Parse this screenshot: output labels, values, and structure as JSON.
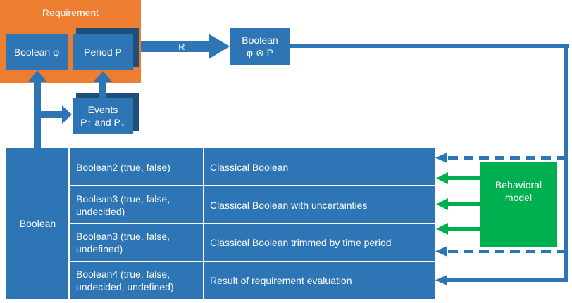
{
  "requirement": {
    "title": "Requirement",
    "boolean_phi": "Boolean φ",
    "period_p": "Period P"
  },
  "result_box": {
    "line1": "Boolean",
    "line2": "φ ⊗ P"
  },
  "arrow_label": "R",
  "events_box": {
    "line1": "Events",
    "line2": "P↑ and P↓"
  },
  "behavioral_model": {
    "line1": "Behavioral",
    "line2": "model"
  },
  "boolean_table": {
    "label": "Boolean",
    "rows": [
      {
        "type": "Boolean2 (true, false)",
        "description": "Classical Boolean"
      },
      {
        "type": "Boolean3 (true, false,\nundecided)",
        "description": "Classical Boolean with uncertainties"
      },
      {
        "type": "Boolean3 (true, false,\nundefined)",
        "description": "Classical Boolean trimmed by time period"
      },
      {
        "type": "Boolean4 (true, false,\nundecided, undefined)",
        "description": "Result of requirement evaluation"
      }
    ]
  },
  "colors": {
    "box_blue": "#2e75b6",
    "shadow_blue": "#1f4e79",
    "requirement_orange": "#ed7d31",
    "model_green": "#00b050"
  }
}
